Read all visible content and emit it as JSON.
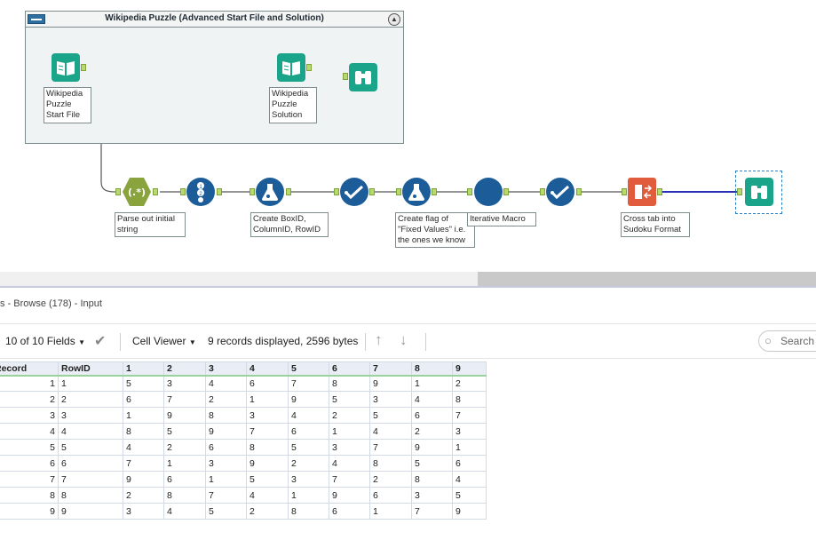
{
  "canvas": {
    "container": {
      "title": "Wikipedia Puzzle (Advanced Start File and Solution)"
    },
    "annotations": {
      "start_file": "Wikipedia\nPuzzle\nStart File",
      "solution": "Wikipedia\nPuzzle\nSolution",
      "regex": "Parse out initial\nstring",
      "formula": "Create BoxID,\nColumnID, RowID",
      "flag": "Create flag of\n\"Fixed Values\" i.e.\nthe ones we know",
      "macro": "Iterative Macro",
      "crosstab": "Cross tab into\nSudoku Format"
    },
    "colors": {
      "teal": "#1aa58b",
      "blue": "#1c5d99",
      "regex_green": "#8aa43d",
      "crosstab_orange": "#e05c3c",
      "output_wire": "#2b2fb7"
    }
  },
  "results": {
    "title": "s - Browse (178) - Input",
    "fields_label": "10 of 10 Fields",
    "cell_viewer": "Cell Viewer",
    "records_info": "9 records displayed, 2596 bytes",
    "search_placeholder": "Search",
    "columns": [
      "Record",
      "RowID",
      "1",
      "2",
      "3",
      "4",
      "5",
      "6",
      "7",
      "8",
      "9"
    ],
    "rows": [
      [
        "1",
        "1",
        "5",
        "3",
        "4",
        "6",
        "7",
        "8",
        "9",
        "1",
        "2"
      ],
      [
        "2",
        "2",
        "6",
        "7",
        "2",
        "1",
        "9",
        "5",
        "3",
        "4",
        "8"
      ],
      [
        "3",
        "3",
        "1",
        "9",
        "8",
        "3",
        "4",
        "2",
        "5",
        "6",
        "7"
      ],
      [
        "4",
        "4",
        "8",
        "5",
        "9",
        "7",
        "6",
        "1",
        "4",
        "2",
        "3"
      ],
      [
        "5",
        "5",
        "4",
        "2",
        "6",
        "8",
        "5",
        "3",
        "7",
        "9",
        "1"
      ],
      [
        "6",
        "6",
        "7",
        "1",
        "3",
        "9",
        "2",
        "4",
        "8",
        "5",
        "6"
      ],
      [
        "7",
        "7",
        "9",
        "6",
        "1",
        "5",
        "3",
        "7",
        "2",
        "8",
        "4"
      ],
      [
        "8",
        "8",
        "2",
        "8",
        "7",
        "4",
        "1",
        "9",
        "6",
        "3",
        "5"
      ],
      [
        "9",
        "9",
        "3",
        "4",
        "5",
        "2",
        "8",
        "6",
        "1",
        "7",
        "9"
      ]
    ]
  }
}
